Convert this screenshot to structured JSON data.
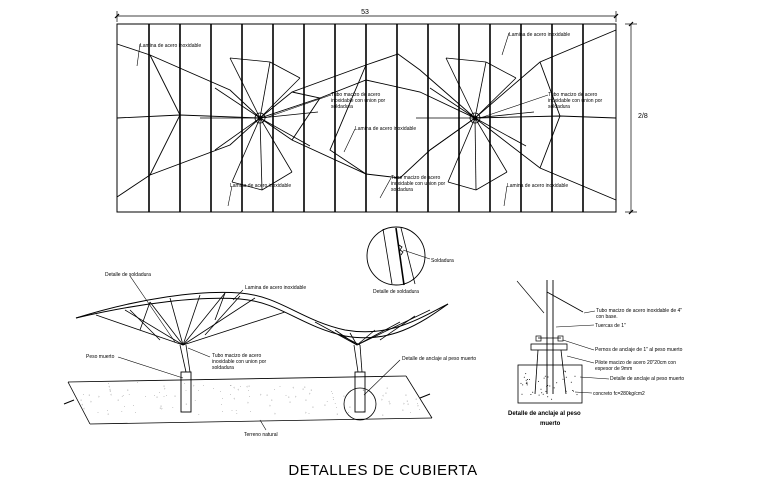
{
  "title": "DETALLES DE CUBIERTA",
  "plan": {
    "dim_width": "53",
    "dim_height": "2/8",
    "labels": {
      "lamina_top_left": "Lamina de acero inoxidable",
      "lamina_top_right": "Lamina de acero inoxidable",
      "tubo_center_1": "Tubo macizo de acero",
      "tubo_center_2": "inoxidable con union por",
      "tubo_center_3": "soldadura",
      "tubo_right_1": "Tubo macizo de acero",
      "tubo_right_2": "inoxidable con union por",
      "tubo_right_3": "soldadura",
      "lamina_center": "Lamina de acero inoxidable",
      "tubo_bottom_1": "Tubo macizo de acero",
      "tubo_bottom_2": "inoxidable con union por",
      "tubo_bottom_3": "soldadura",
      "lamina_bottom_left": "Lamina de acero inoxidable",
      "lamina_bottom_right": "Lamina de acero inoxidable"
    }
  },
  "elevation": {
    "labels": {
      "detalle_soldadura": "Detalle de soldadura",
      "lamina": "Lamina de acero inoxidable",
      "peso_muerto": "Peso muerto",
      "tubo_1": "Tubo macizo de acero",
      "tubo_2": "inoxidable con union por",
      "tubo_3": "soldadura",
      "detalle_anclaje": "Detalle de anclaje al peso muerto",
      "terreno": "Terreno natural"
    }
  },
  "weld_detail": {
    "soldadura": "Soldadura",
    "caption": "Detalle de soldadura"
  },
  "anchor_detail": {
    "tubo_1": "Tubo macizo de acero inoxidable de 4\"",
    "tubo_2": "con base.",
    "tuerca": "Tuercas de 1\"",
    "pernos": "Pernos de anclaje de 1\" al peso muerto",
    "pilote_1": "Pilote macizo de acero 20\"20cm con",
    "pilote_2": "espesor de 9mm",
    "detalle": "Detalle de anclaje al peso muerto",
    "concreto": "concreto fc=280kg/cm2",
    "caption_1": "Detalle de anclaje al peso",
    "caption_2": "muerto"
  }
}
